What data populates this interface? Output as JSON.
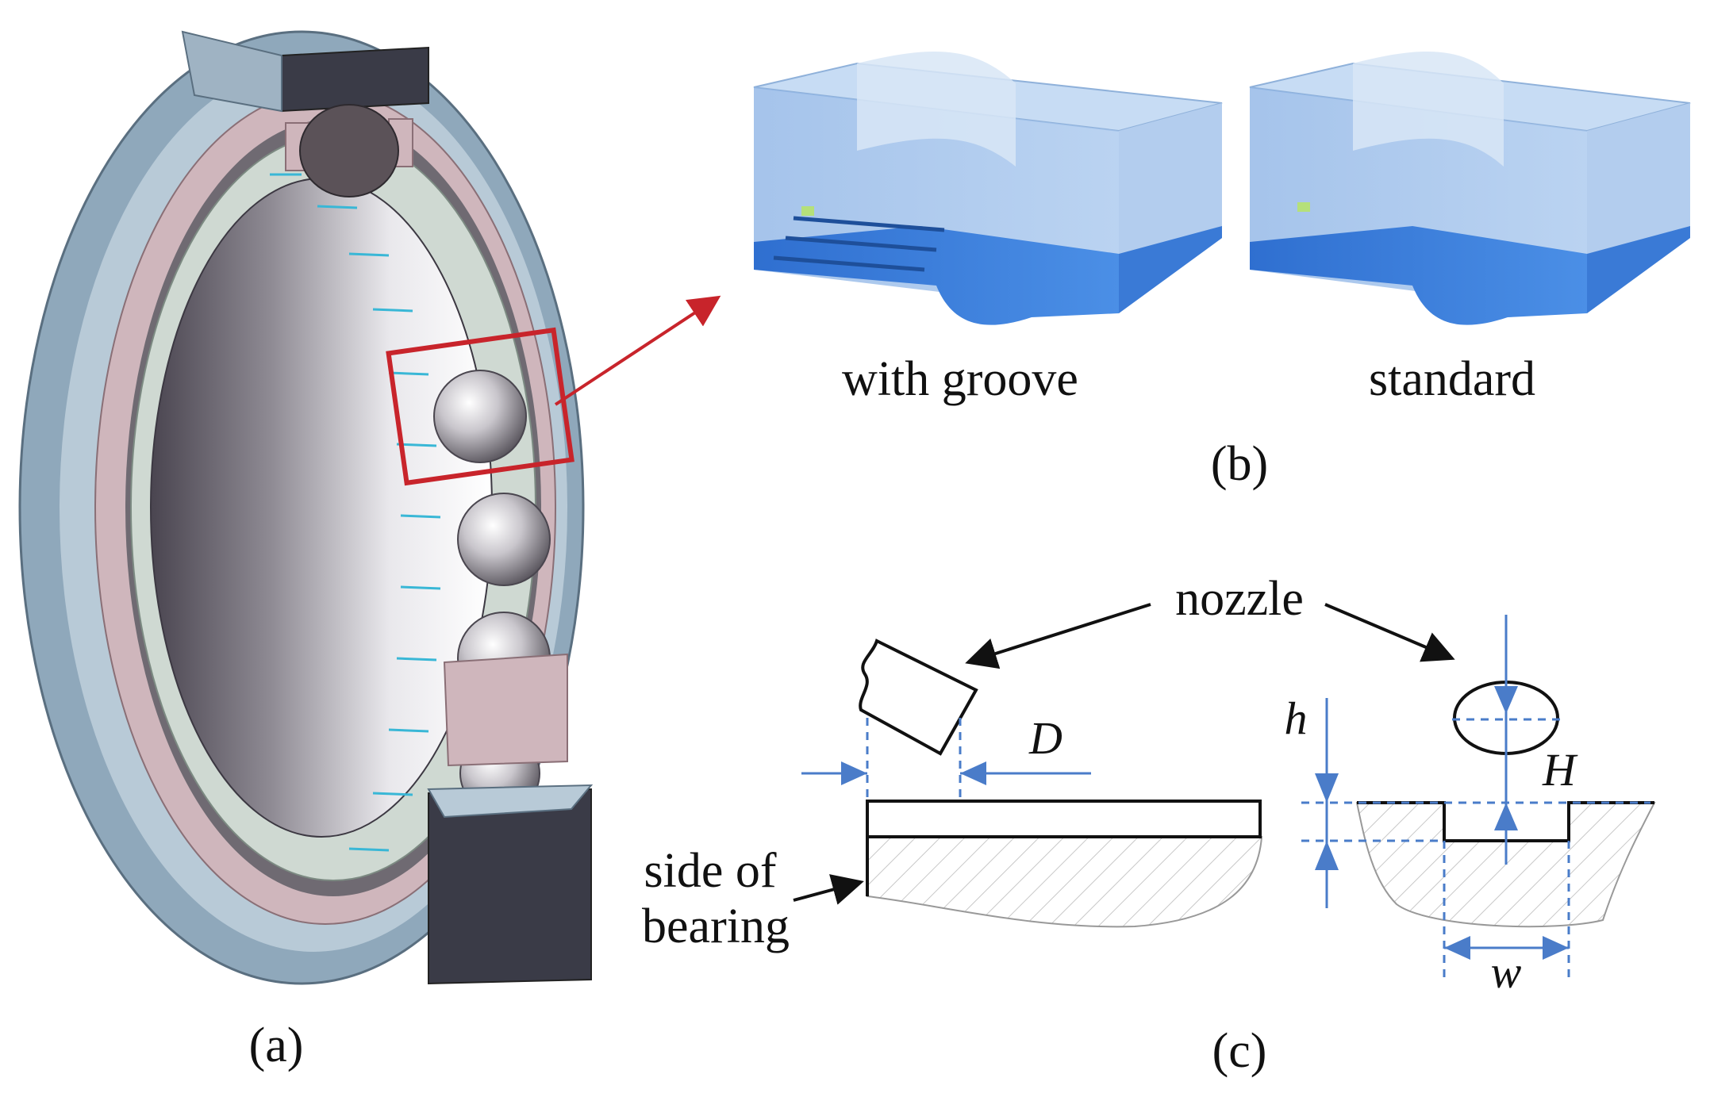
{
  "panel_a": {
    "label": "(a)"
  },
  "panel_b": {
    "label": "(b)",
    "left_caption": "with groove",
    "right_caption": "standard"
  },
  "panel_c": {
    "label": "(c)",
    "nozzle": "nozzle",
    "side_line1": "side of",
    "side_line2": "bearing",
    "dim_D": "D",
    "dim_h": "h",
    "dim_H": "H",
    "dim_w": "w"
  },
  "colors": {
    "highlight_box": "#c8242b",
    "dimension_blue": "#4a7cc9",
    "model_blue": "#3f7fd9",
    "model_light": "#a9c8ee"
  }
}
